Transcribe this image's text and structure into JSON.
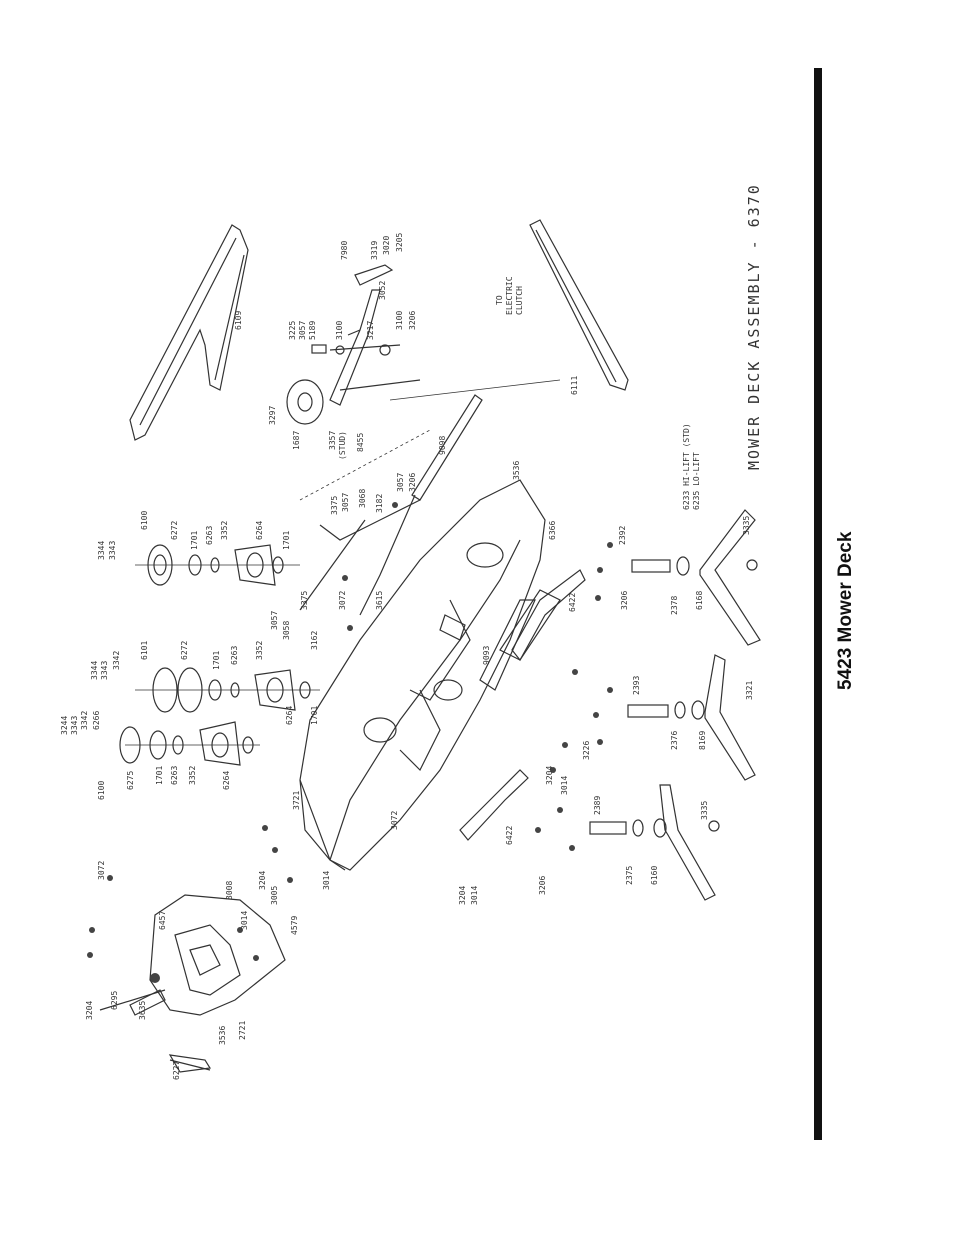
{
  "page_title": "5423 Mower Deck",
  "assembly_title": "MOWER DECK ASSEMBLY - 6370",
  "notes": {
    "electric_clutch": [
      "TO",
      "ELECTRIC",
      "CLUTCH"
    ],
    "hilift_std": "6233 HI-LIFT (STD)",
    "lolift": "6235 LO-LIFT",
    "stud": "(STUD)"
  },
  "part_labels": {
    "belt_upper": "6109",
    "belt_lower": "6111",
    "deck": "6366",
    "idler_pulley": "1687",
    "p3297": "3297",
    "p3357": "3357",
    "p8455": "8455",
    "p3225": "3225",
    "p3057a": "3057",
    "p5189": "5189",
    "p3100a": "3100",
    "p7980": "7980",
    "p3319": "3319",
    "p3020": "3020",
    "p3205": "3205",
    "p3217": "3217",
    "p3052": "3052",
    "p3100b": "3100",
    "p3206a": "3206",
    "p9098": "9098",
    "p3536": "3536",
    "p3375a": "3375",
    "p3057b": "3057",
    "p3068": "3068",
    "p3182": "3182",
    "p3057c": "3057",
    "p3206b": "3206",
    "p3344a": "3344",
    "p3343a": "3343",
    "p6100a": "6100",
    "p6272a": "6272",
    "p1701a": "1701",
    "p6263a": "6263",
    "p3352a": "3352",
    "p6264a": "6264",
    "p1701b": "1701",
    "p3375b": "3375",
    "p3615": "3615",
    "p3072a": "3072",
    "p3162": "3162",
    "p3058": "3058",
    "p3057d": "3057",
    "p3344b": "3344",
    "p3343b": "3343",
    "p3342": "3342",
    "p6101": "6101",
    "p6272b": "6272",
    "p1701c": "1701",
    "p6263b": "6263",
    "p3352b": "3352",
    "p6264b": "6264",
    "p1701d": "1701",
    "p3244": "3244",
    "p3343c": "3343",
    "p3342b": "3342",
    "p6266": "6266",
    "p6100b": "6100",
    "p6275": "6275",
    "p1701e": "1701",
    "p6263c": "6263",
    "p3352c": "3352",
    "p6264c": "6264",
    "p3721": "3721",
    "p9093": "9093",
    "p6422a": "6422",
    "p3206c": "3206",
    "p2392": "2392",
    "p2378": "2378",
    "p6168": "6168",
    "p3335": "3335",
    "p2393": "2393",
    "p2376": "2376",
    "p8169": "8169",
    "p3321": "3321",
    "p3226": "3226",
    "p3204a": "3204",
    "p3014a": "3014",
    "p3072b": "3072",
    "p6422b": "6422",
    "p2389": "2389",
    "p2375": "2375",
    "p6160": "6160",
    "p3335b": "3335",
    "p3204b": "3204",
    "p3014b": "3014",
    "p3206d": "3206",
    "p3072c": "3072",
    "p6457": "6457",
    "p3008": "3008",
    "p3014c": "3014",
    "p3204c": "3204",
    "p3005": "3005",
    "p4579": "4579",
    "p3014d": "3014",
    "p3204d": "3204",
    "p6295": "6295",
    "p3635": "3635",
    "p6227": "6227",
    "p3536b": "3536",
    "p2721": "2721"
  }
}
